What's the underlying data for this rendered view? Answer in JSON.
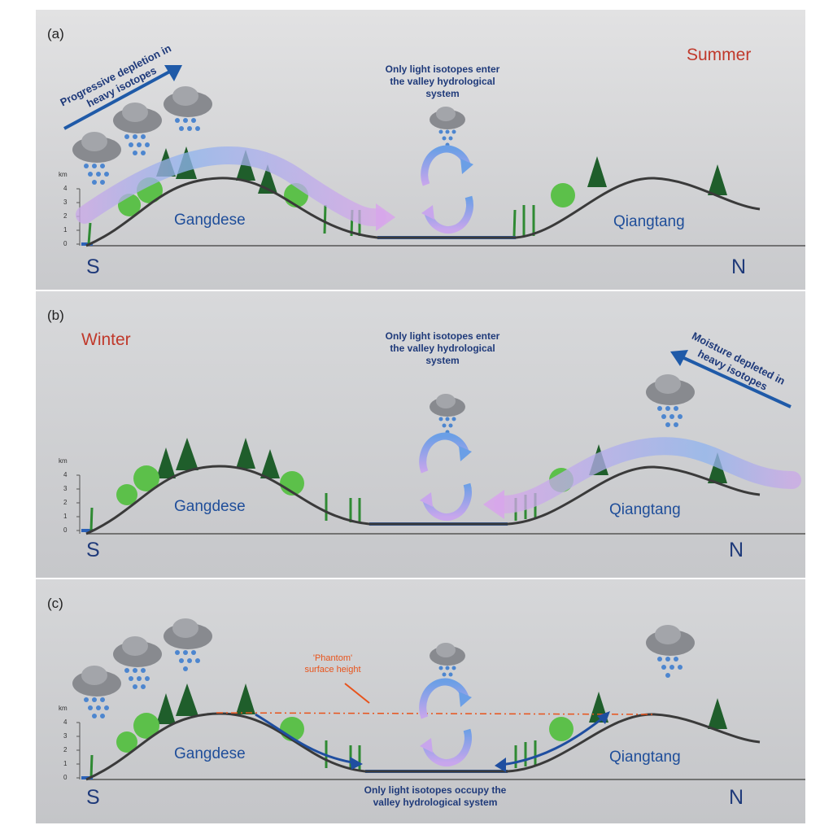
{
  "panel_a": {
    "label": "(a)",
    "season": "Summer",
    "note": [
      "Only light isotopes enter",
      "the valley hydrological",
      "system"
    ],
    "arrow_label": [
      "Progressive depletion in",
      "heavy isotopes"
    ],
    "left_range": "Gangdese",
    "right_range": "Qiangtang",
    "south": "S",
    "north": "N"
  },
  "panel_b": {
    "label": "(b)",
    "season": "Winter",
    "note": [
      "Only light isotopes enter",
      "the valley hydrological",
      "system"
    ],
    "arrow_label": [
      "Moisture depleted in",
      "heavy isotopes"
    ],
    "left_range": "Gangdese",
    "right_range": "Qiangtang",
    "south": "S",
    "north": "N"
  },
  "panel_c": {
    "label": "(c)",
    "phantom": [
      "'Phantom'",
      "surface height"
    ],
    "note": [
      "Only light isotopes occupy the",
      "valley hydrological system"
    ],
    "left_range": "Gangdese",
    "right_range": "Qiangtang",
    "south": "S",
    "north": "N"
  },
  "axis": {
    "unit": "km",
    "ticks": [
      "4",
      "3",
      "2",
      "1",
      "0"
    ]
  },
  "colors": {
    "panel_top": "#dcdcdc",
    "panel_bottom": "#c9cacd",
    "terrain": "#3a3a3a",
    "lake": "#2c62b8",
    "text_blue": "#1f4e9a",
    "season_red": "#c0392b",
    "phantom_orange": "#e8531b"
  },
  "icons": [
    "rain-cloud-icon",
    "conifer-tree-icon",
    "deciduous-tree-icon",
    "palm-tree-icon",
    "water-cycle-icon"
  ]
}
